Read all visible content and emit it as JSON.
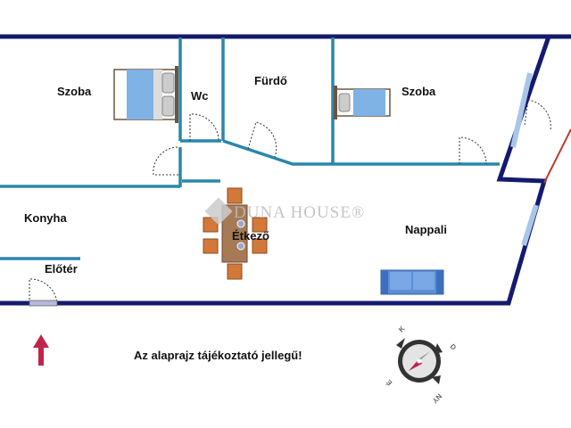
{
  "rooms": {
    "szoba_left": "Szoba",
    "wc": "Wc",
    "furdo": "Fürdő",
    "szoba_right": "Szoba",
    "konyha": "Konyha",
    "etkezo": "Étkező",
    "nappali": "Nappali",
    "eloter": "Előtér"
  },
  "watermark": "DUNA HOUSE®",
  "note": "Az alaprajz tájékoztató jellegű!",
  "compass": {
    "n": "K",
    "e": "D",
    "s": "NY",
    "w": "É"
  },
  "colors": {
    "outer_wall": "#141a6e",
    "inner_wall": "#2a87a8",
    "furniture_wood": "#d2793a",
    "bed_blue": "#7fb2e5"
  }
}
